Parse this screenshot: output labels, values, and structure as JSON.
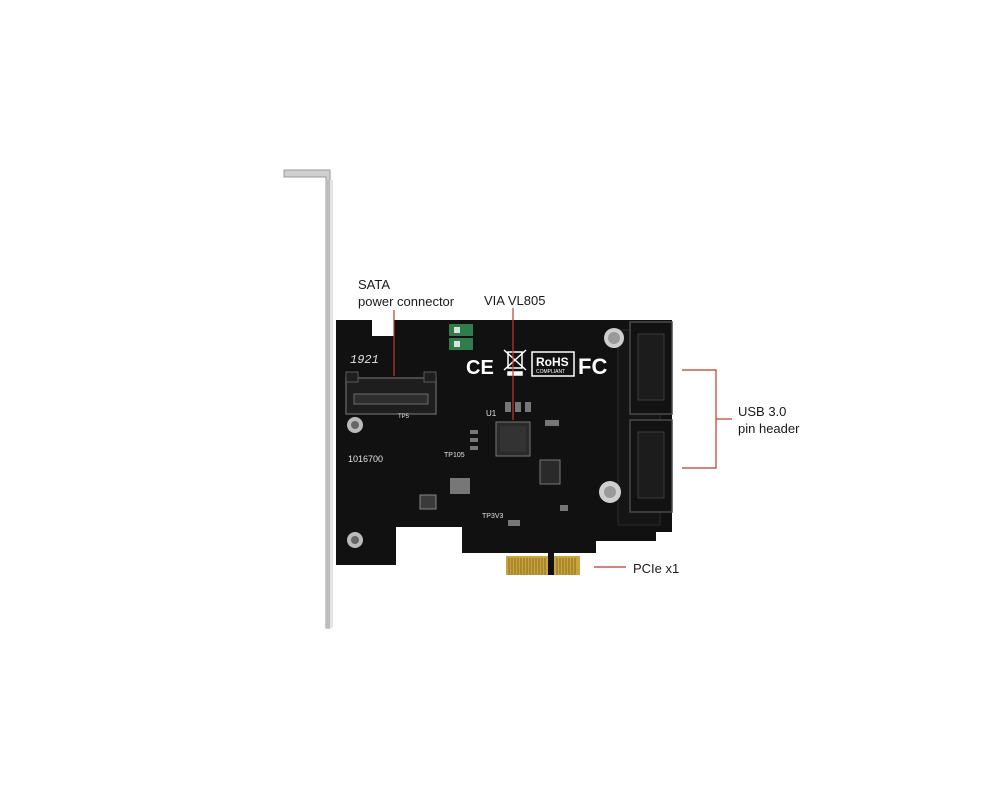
{
  "callouts": {
    "sata_line1": "SATA",
    "sata_line2": "power connector",
    "controller": "VIA VL805",
    "usb_line1": "USB 3.0",
    "usb_line2": "pin header",
    "pcie": "PCIe x1"
  },
  "board_markings": {
    "batch": "1016700",
    "date_code": "1921",
    "u1": "U1",
    "tp105": "TP105",
    "tp3v3": "TP3V3",
    "tp5": "TP5"
  },
  "certifications": {
    "ce": "CE",
    "rohs": "RoHS",
    "rohs_sub": "COMPLIANT",
    "fcc": "FC"
  },
  "colors": {
    "pcb": "#101010",
    "bracket": "#c9c9c9",
    "gold": "#d3b24a",
    "callout_line": "#c0392b"
  }
}
